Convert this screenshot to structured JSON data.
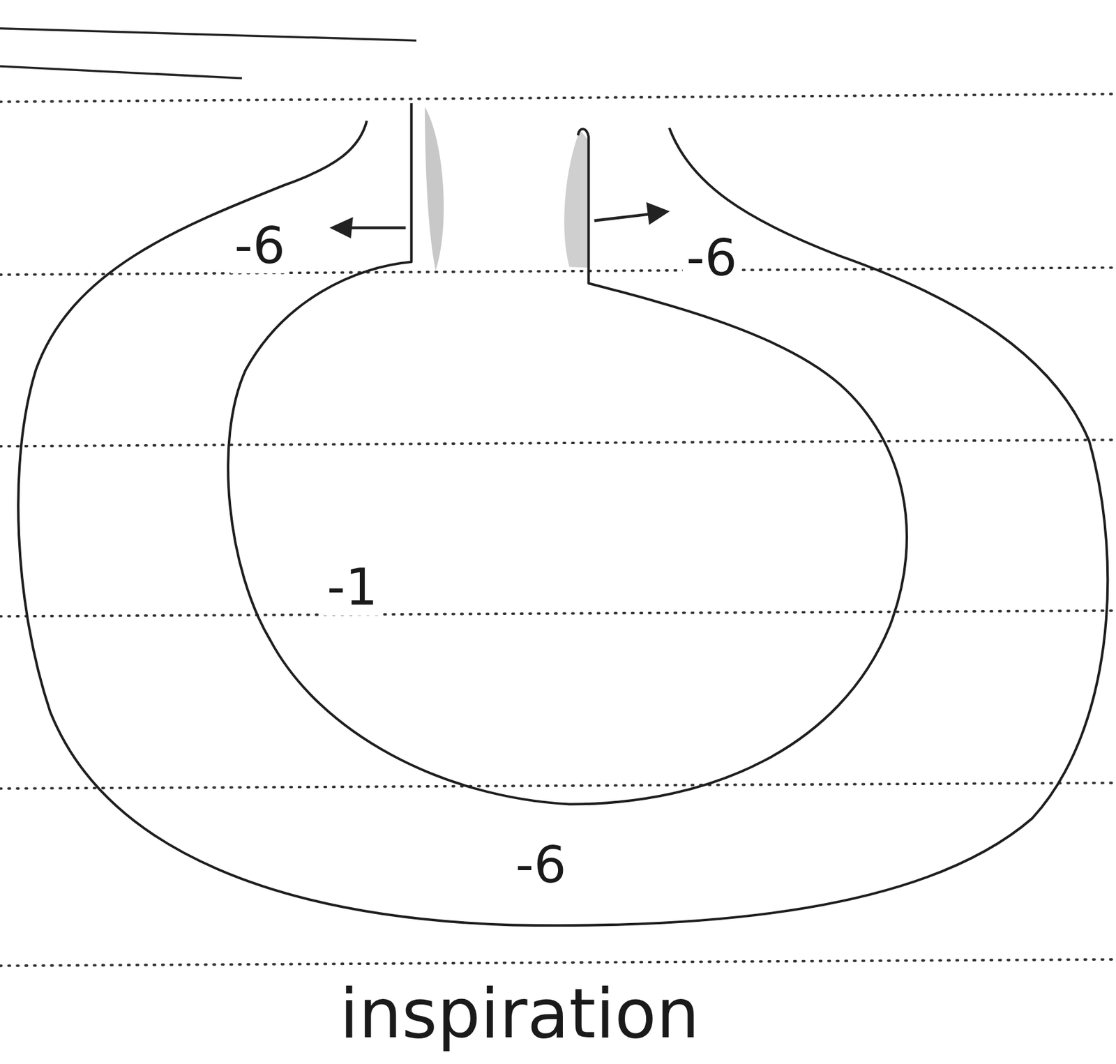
{
  "diagram": {
    "caption": "inspiration",
    "nodes": [
      {
        "text": [
          "-6",
          "-6",
          "-6"
        ]
      },
      {
        "text": [
          "-1"
        ],
        "in": 0
      }
    ]
  }
}
